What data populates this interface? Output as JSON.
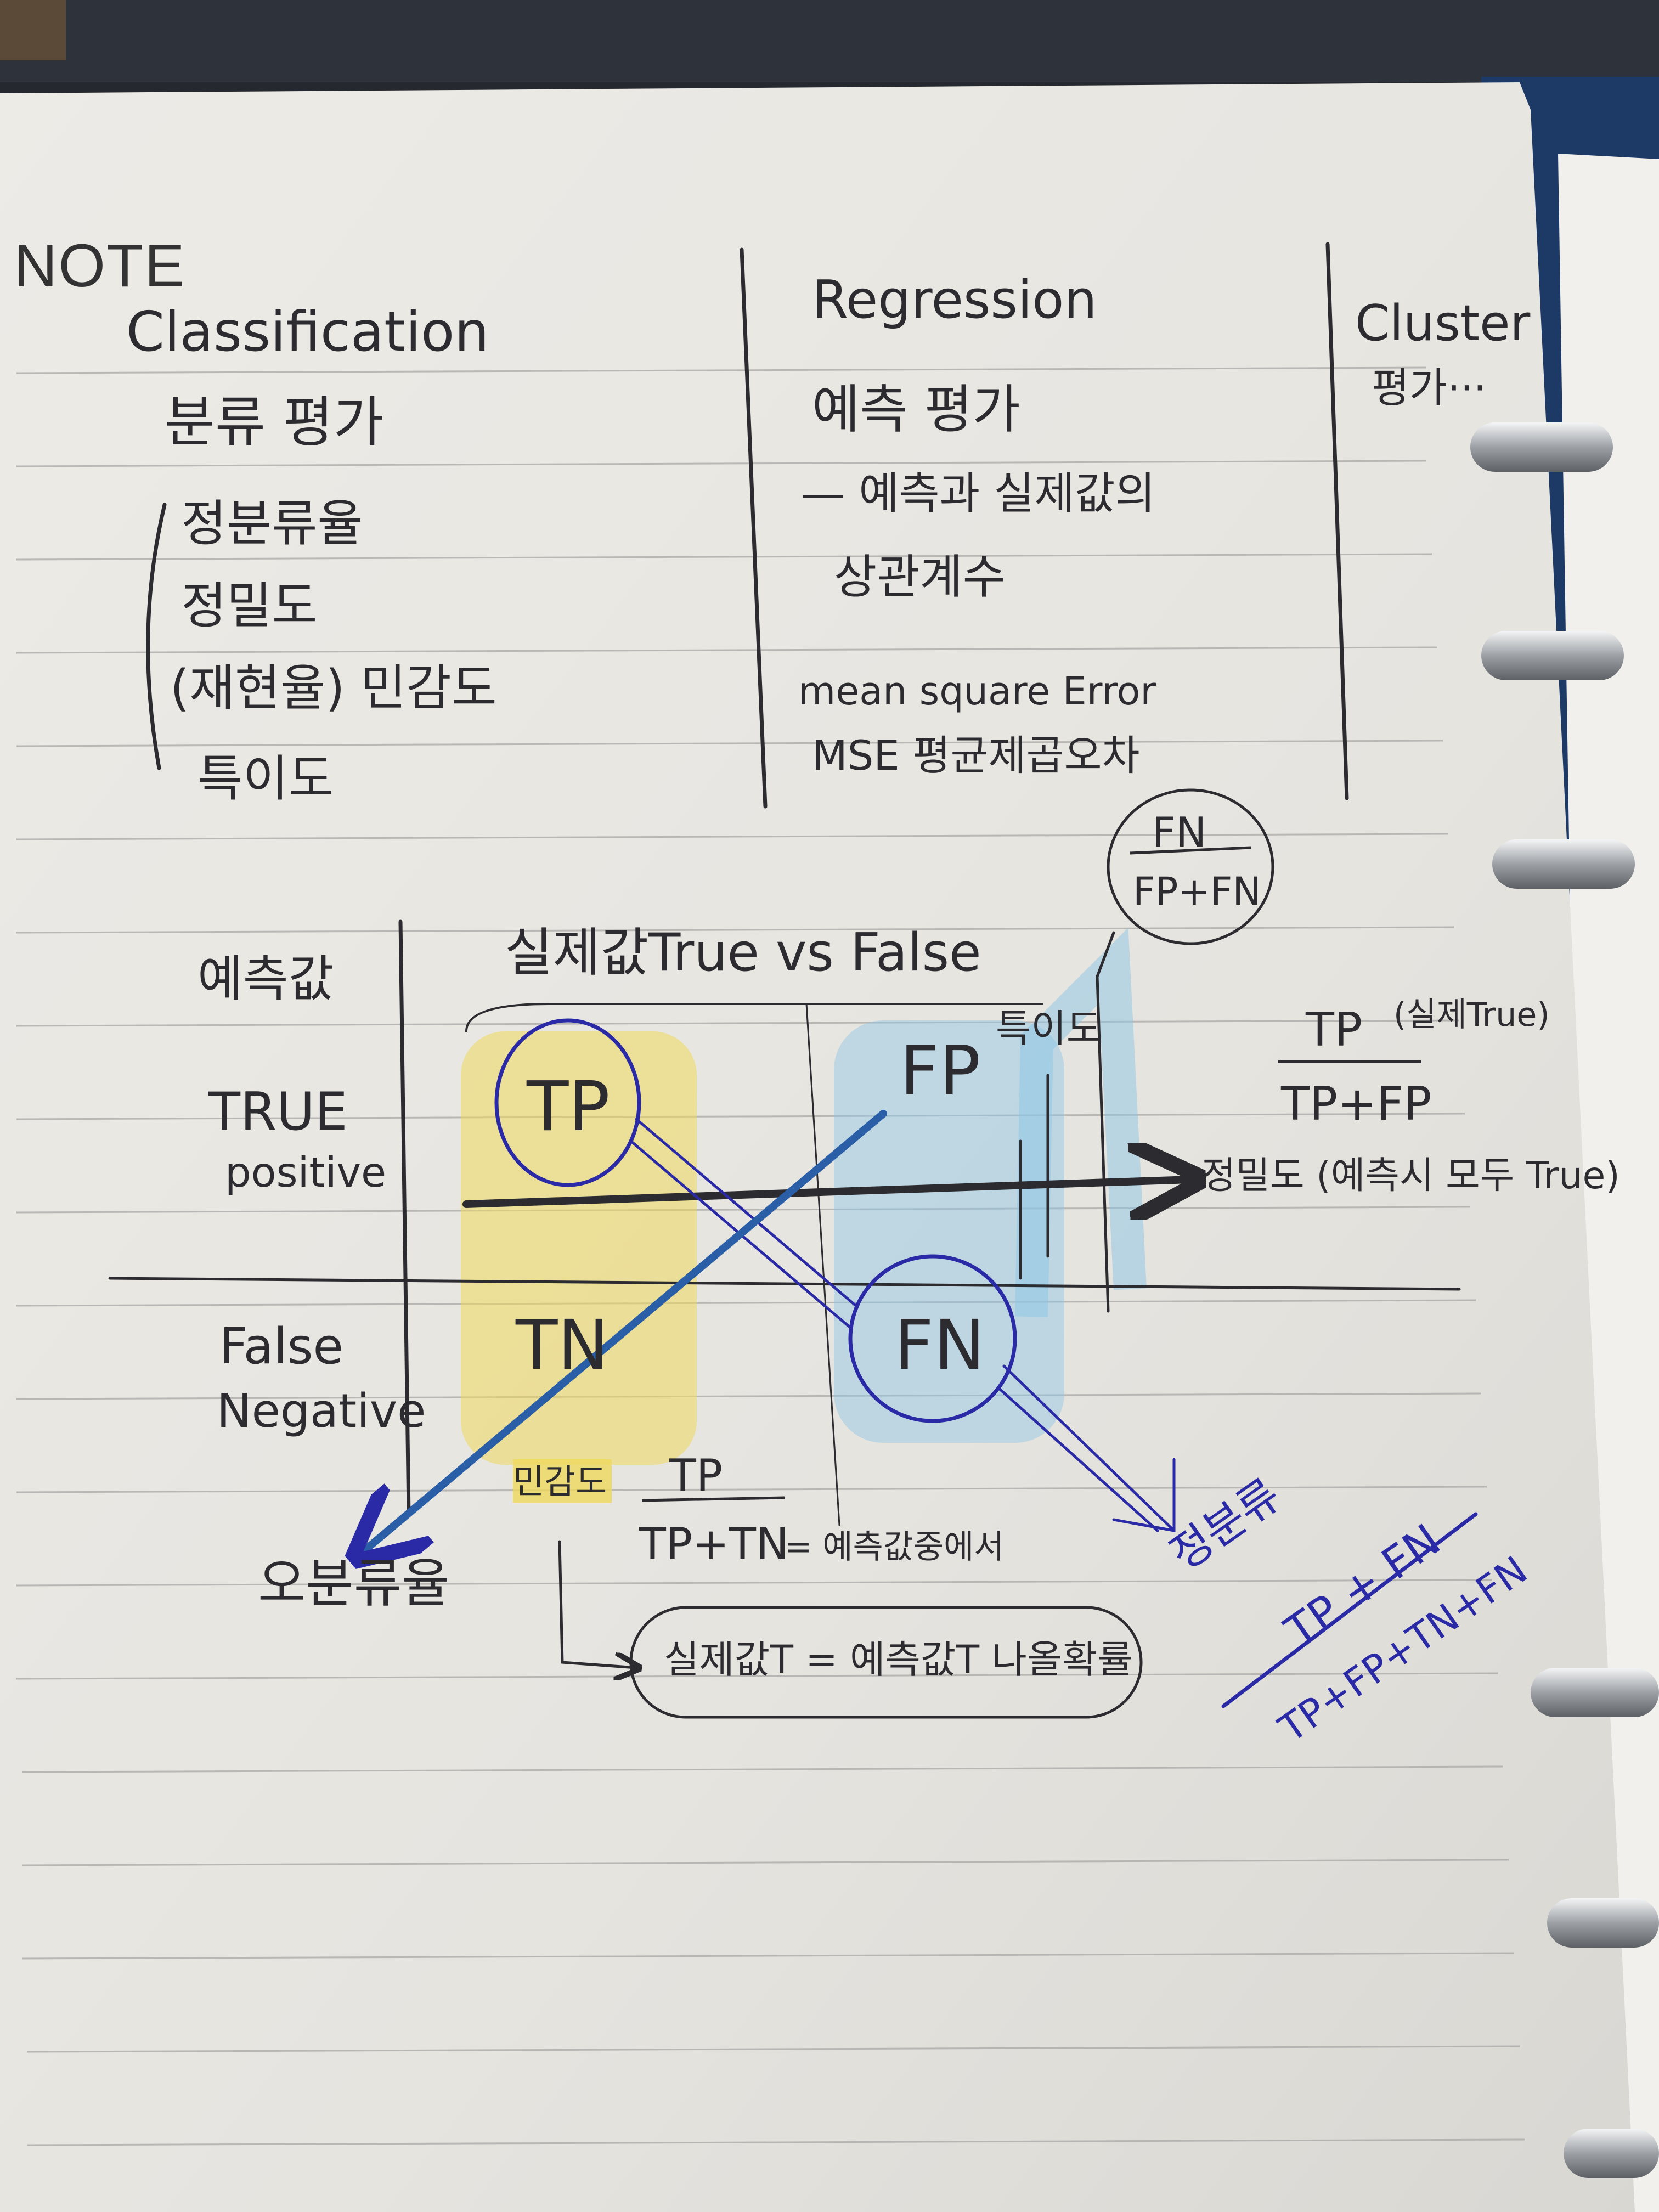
{
  "header": {
    "note_label": "NOTE"
  },
  "columns": {
    "classification": {
      "title": "Classification",
      "subtitle": "분류 평가",
      "items": [
        "정분류율",
        "정밀도",
        "(재현율) 민감도",
        "특이도"
      ]
    },
    "regression": {
      "title": "Regression",
      "subtitle": "예측 평가",
      "items": [
        "— 예측과 실제값의",
        "상관계수",
        "mean square Error",
        "MSE 평균제곱오차"
      ]
    },
    "cluster": {
      "title": "Cluster",
      "subtitle": "평가···"
    }
  },
  "matrix": {
    "predicted_label": "예측값",
    "actual_label": "실제값True vs False",
    "row_true": [
      "TRUE",
      "positive"
    ],
    "row_false": [
      "False",
      "Negative"
    ],
    "cells": {
      "tp": "TP",
      "fp": "FP",
      "tn": "TN",
      "fn": "FN"
    }
  },
  "annotations": {
    "specificity": {
      "label": "특이도",
      "numerator": "FN",
      "denominator": "FP+FN"
    },
    "precision": {
      "numerator": "TP",
      "note": "(실제True)",
      "denominator": "TP+FP",
      "label": "정밀도 (예측시 모두 True)"
    },
    "sensitivity": {
      "label": "민감도",
      "numerator": "TP",
      "denominator": "TP+TN",
      "suffix": "= 예측값중에서"
    },
    "sensitivity_note": "실제값T = 예측값T 나올확률",
    "misclassification": "오분류율",
    "accuracy": {
      "label": "정분류",
      "numerator": "TP + FN",
      "denominator": "TP+FP+TN+FN"
    }
  },
  "colors": {
    "paper": "#e9e7e2",
    "ink": "#2b2b30",
    "blue_ink": "#2a2aa6",
    "highlight_yellow": "#efd85c",
    "highlight_blue": "#8cc6e6",
    "ring_metal": "#b9bcc0"
  }
}
